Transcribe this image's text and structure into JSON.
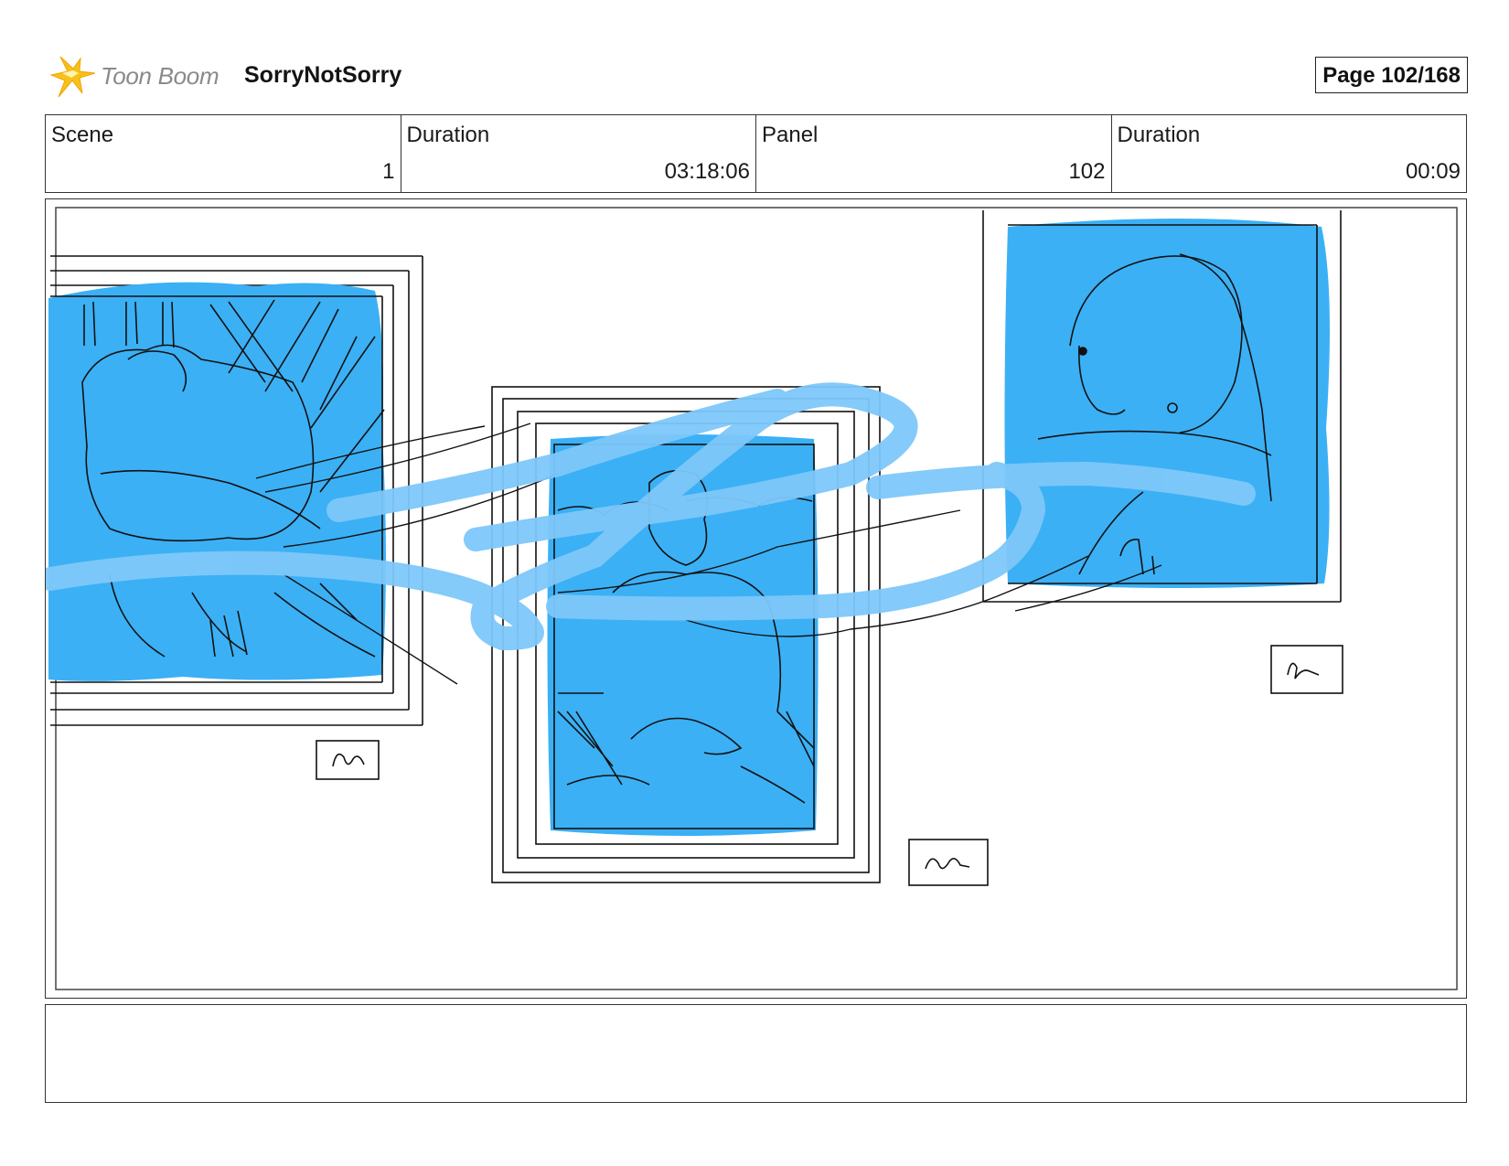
{
  "header": {
    "logo_text": "Toon Boom",
    "logo_icon": "toon-boom-star-icon",
    "project_title": "SorryNotSorry",
    "page_label": "Page 102/168"
  },
  "info": {
    "scene_label": "Scene",
    "scene_value": "1",
    "scene_duration_label": "Duration",
    "scene_duration_value": "03:18:06",
    "panel_label": "Panel",
    "panel_value": "102",
    "panel_duration_label": "Duration",
    "panel_duration_value": "00:09"
  },
  "colors": {
    "painting_fill": "#3bb0f5",
    "motion_stroke": "#7ec8fa",
    "line": "#111111"
  },
  "caption": ""
}
